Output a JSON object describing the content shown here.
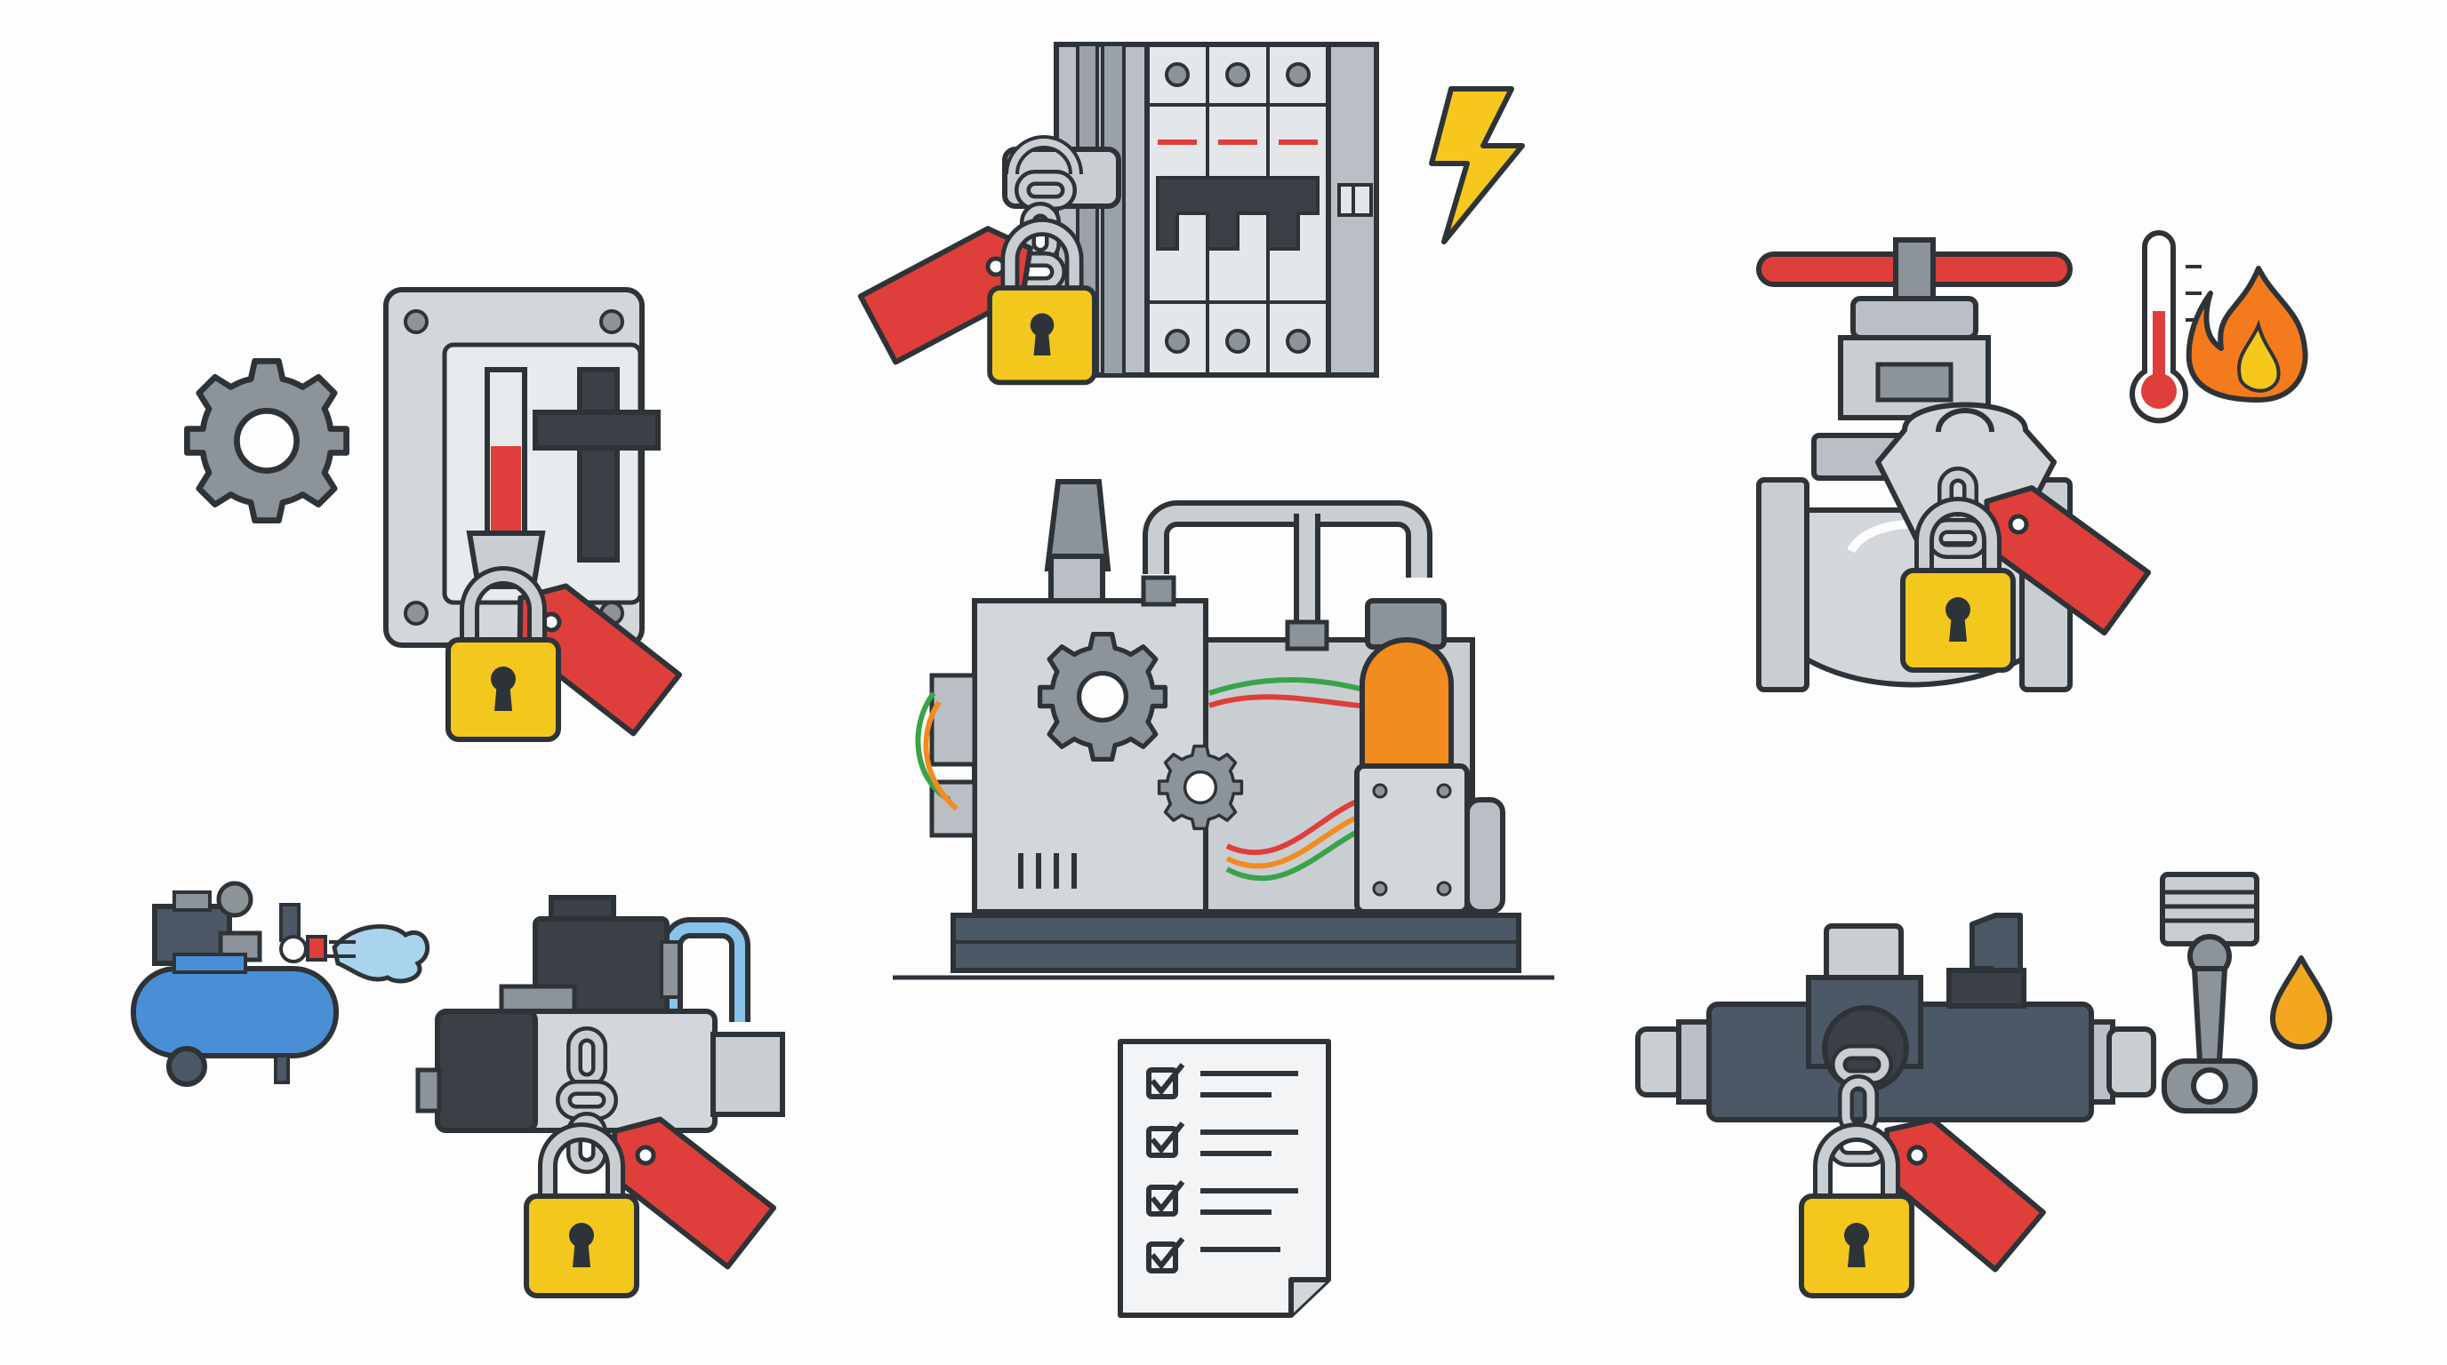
{
  "illustration": {
    "subject": "lockout-tagout",
    "items": [
      {
        "key": "breaker",
        "name": "circuit-breaker-panel",
        "hazard_icon": "lightning-bolt-icon"
      },
      {
        "key": "disconnect",
        "name": "disconnect-switch",
        "hazard_icon": "gear-icon"
      },
      {
        "key": "valve",
        "name": "gate-valve",
        "hazard_icons": [
          "thermometer-icon",
          "flame-icon"
        ]
      },
      {
        "key": "machine",
        "name": "industrial-machine"
      },
      {
        "key": "solenoid",
        "name": "pneumatic-solenoid-valve",
        "hazard_icon": "air-compressor-icon"
      },
      {
        "key": "hydraulic",
        "name": "hydraulic-valve",
        "hazard_icons": [
          "piston-icon",
          "oil-drop-icon"
        ]
      },
      {
        "key": "checklist",
        "name": "procedure-checklist"
      }
    ],
    "lock_icon": "padlock-icon",
    "tag_icon": "danger-tag-icon",
    "colors": {
      "outline": "#2e3338",
      "lock_yellow": "#f2c81e",
      "tag_red": "#de3f3a",
      "steel": "#d3d7db",
      "steel_dark": "#8c9399",
      "hydraulic_blue": "#4d5866",
      "oil_orange": "#f28c1e",
      "compressor_blue": "#4a8fd6",
      "bolt_yellow": "#f6c81e",
      "flame_orange": "#f47a1e"
    }
  }
}
